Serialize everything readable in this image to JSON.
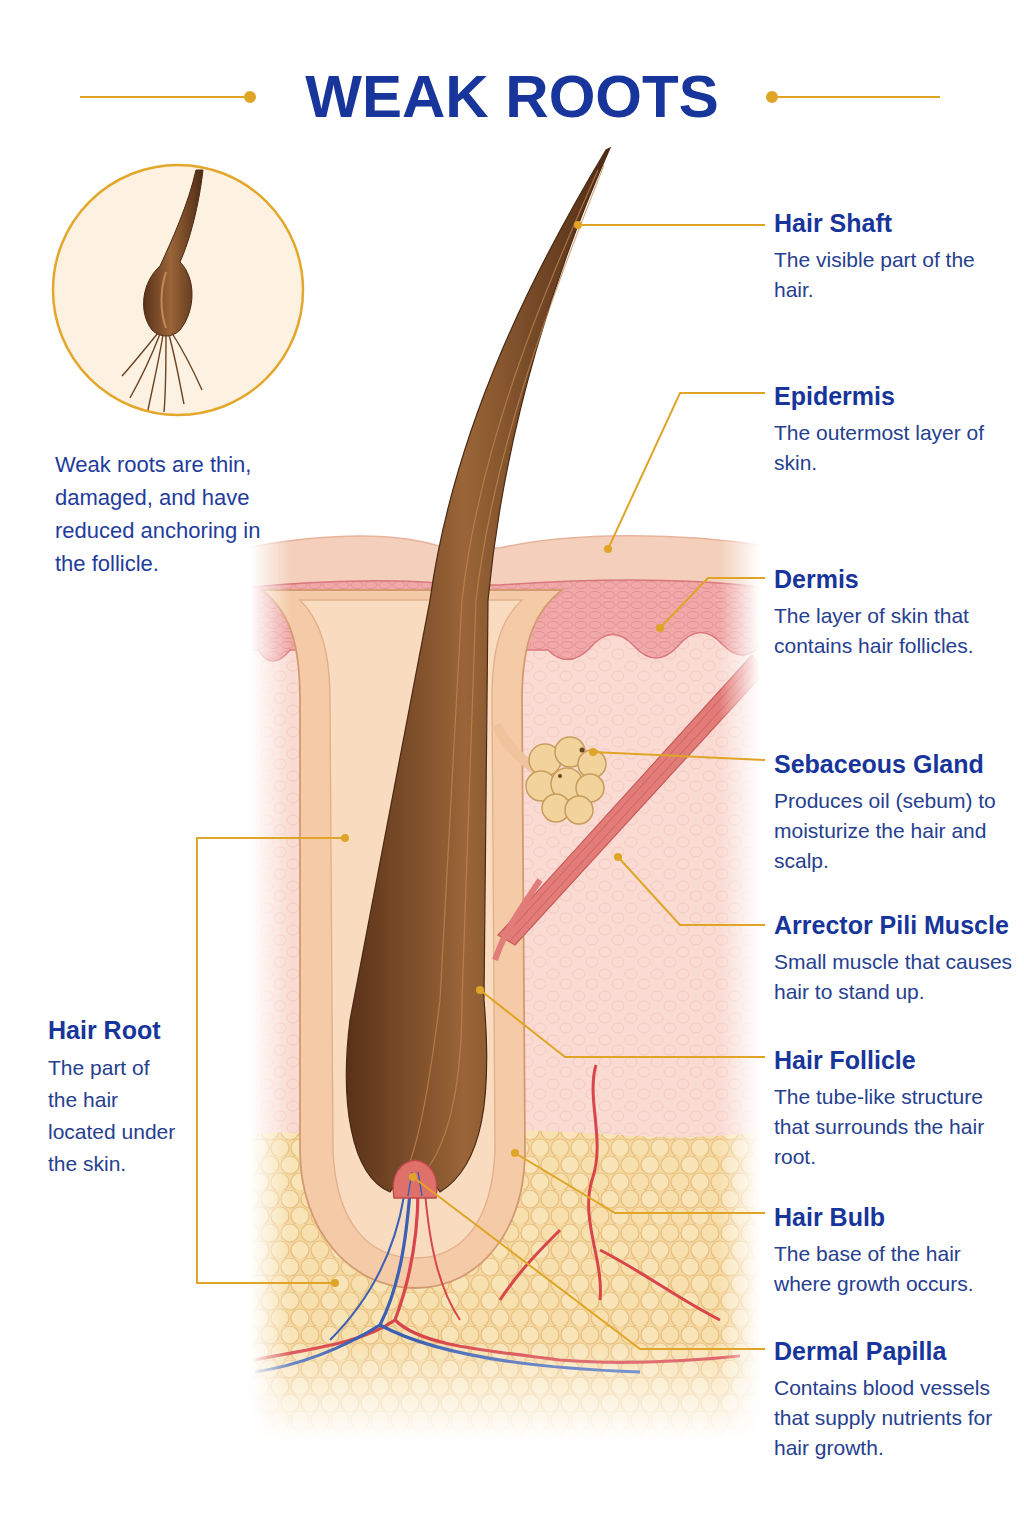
{
  "diagram": {
    "title": "WEAK ROOTS",
    "labels": [
      "Weak roots are thin, damaged, and have reduced anchoring in the follicle.",
      "Hair Shaft",
      "The visible part of the hair.",
      "Epidermis",
      "The outermost layer of skin.",
      "Dermis",
      "The layer of skin that contains hair follicles.",
      "Sebaceous Gland",
      "Produces oil (sebum) to moisturize the hair and scalp.",
      "Arrector Pili Muscle",
      "Small muscle that causes hair to stand up.",
      "Hair Root",
      "The part of the hair located under the skin.",
      "Hair Follicle",
      "The tube-like structure that surrounds the hair root.",
      "Hair Bulb",
      "The base of the hair where growth occurs.",
      "Dermal Papilla",
      "Contains blood vessels that supply nutrients for hair growth."
    ]
  }
}
